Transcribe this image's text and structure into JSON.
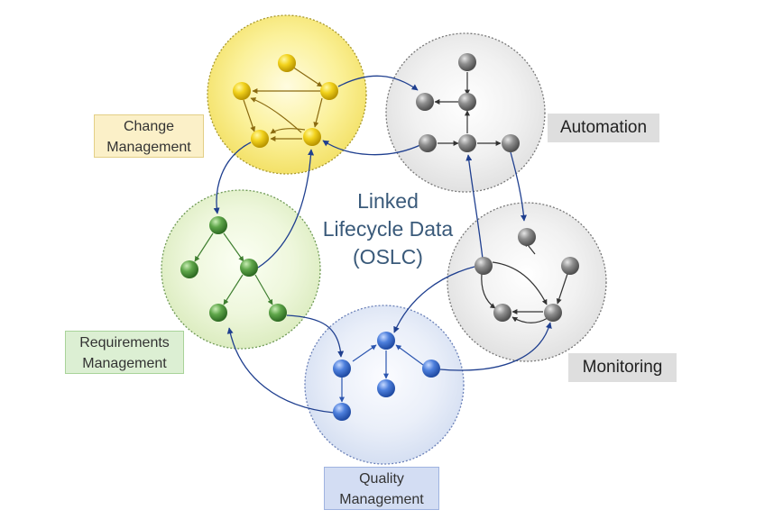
{
  "diagram": {
    "center_title": [
      "Linked",
      "Lifecycle Data",
      "(OSLC)"
    ],
    "domains": {
      "change": {
        "label": [
          "Change",
          "Management"
        ],
        "color": "#f0d020"
      },
      "automation": {
        "label": [
          "Automation"
        ],
        "color": "#8c8c8c"
      },
      "requirements": {
        "label": [
          "Requirements",
          "Management"
        ],
        "color": "#5ca04a"
      },
      "monitoring": {
        "label": [
          "Monitoring"
        ],
        "color": "#8c8c8c"
      },
      "quality": {
        "label": [
          "Quality",
          "Management"
        ],
        "color": "#4a78d0"
      }
    },
    "link_color": "#1f3f8f"
  }
}
